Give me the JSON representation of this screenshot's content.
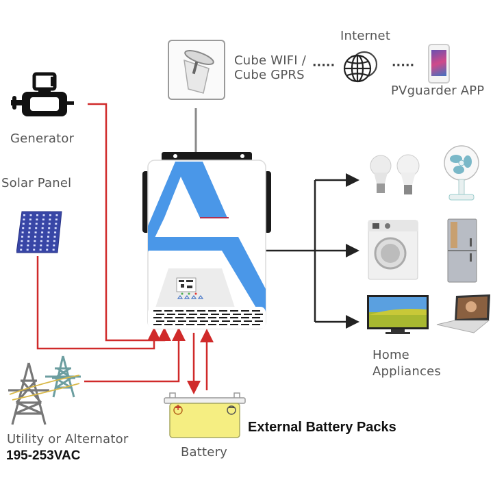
{
  "diagram": {
    "communication": {
      "module_label_line1": "Cube WIFI /",
      "module_label_line2": "Cube GPRS",
      "internet_label": "Internet",
      "app_label": "PVguarder APP",
      "dots": "·····"
    },
    "sources": {
      "generator_label": "Generator",
      "solar_label": "Solar Panel",
      "utility_label": "Utility or Alternator",
      "utility_voltage": "195-253VAC"
    },
    "storage": {
      "battery_label": "Battery",
      "battery_packs_label": "External Battery Packs",
      "positive_symbol": "+",
      "negative_symbol": "−"
    },
    "loads": {
      "home_label_line1": "Home",
      "home_label_line2": "Appliances",
      "items": [
        "light-bulbs",
        "fan",
        "washing-machine",
        "refrigerator",
        "television",
        "laptop"
      ]
    },
    "colors": {
      "power_line": "#d02a2a",
      "output_line": "#222222",
      "comm_line": "#888888",
      "brand_blue": "#4a97e8",
      "battery_fill": "#f5ee82",
      "solar_blue": "#3846a6"
    }
  }
}
